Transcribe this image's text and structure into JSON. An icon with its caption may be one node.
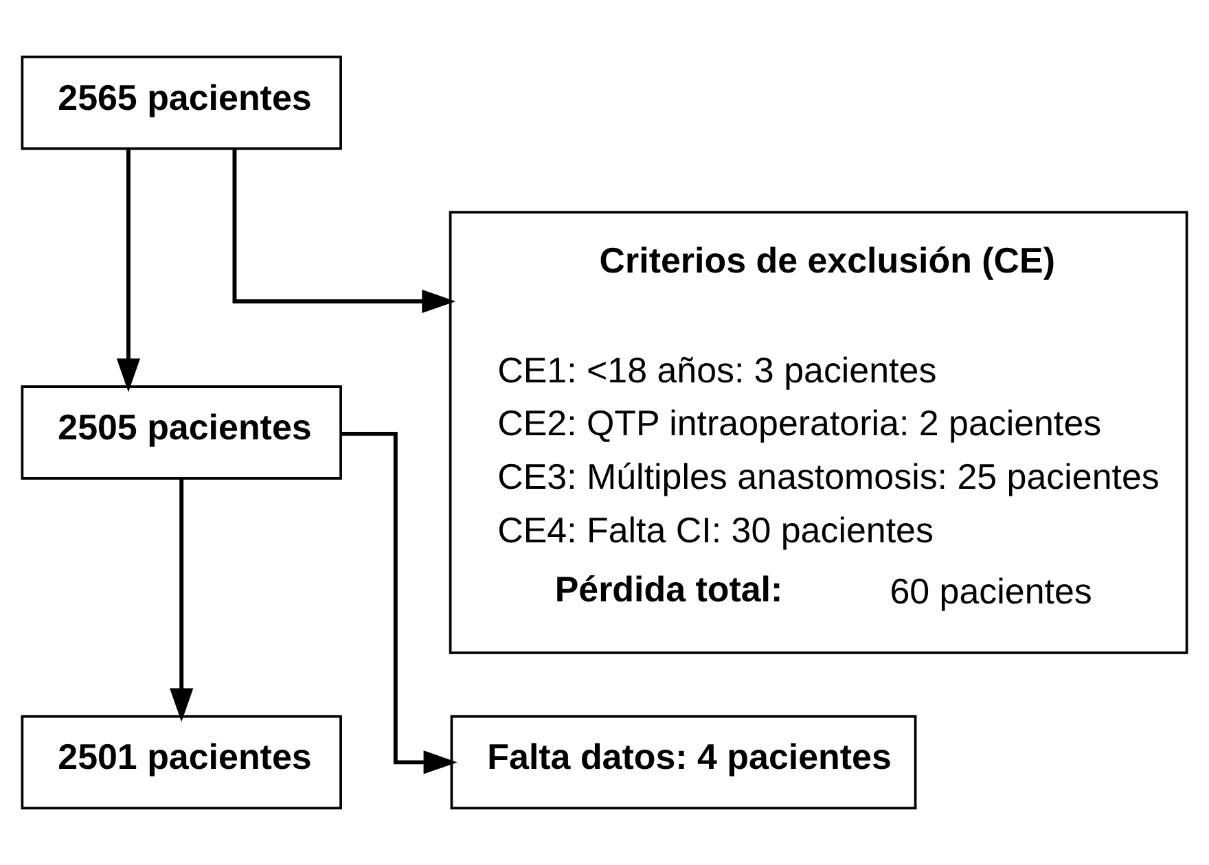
{
  "diagram": {
    "nodes": [
      {
        "text": [
          "2565 pacientes"
        ]
      },
      {
        "text": [
          "Criterios de exclusión (CE)",
          "CE1: <18 años: 3 pacientes",
          "CE2: QTP intraoperatoria: 2 pacientes",
          "CE3: Múltiples anastomosis: 25 pacientes",
          "CE4: Falta CI: 30 pacientes",
          "**Pérdida total:** 60 pacientes"
        ]
      },
      {
        "text": [
          "2505 pacientes"
        ]
      },
      {
        "text": [
          "Falta datos: 4 pacientes"
        ]
      },
      {
        "text": [
          "2501 pacientes"
        ]
      }
    ],
    "edges": [
      {
        "from": 0,
        "to": 2,
        "arrow": "to"
      },
      {
        "from": 0,
        "to": 1,
        "arrow": "to"
      },
      {
        "from": 2,
        "to": 4,
        "arrow": "to"
      },
      {
        "from": 2,
        "to": 3,
        "arrow": "to"
      }
    ]
  }
}
